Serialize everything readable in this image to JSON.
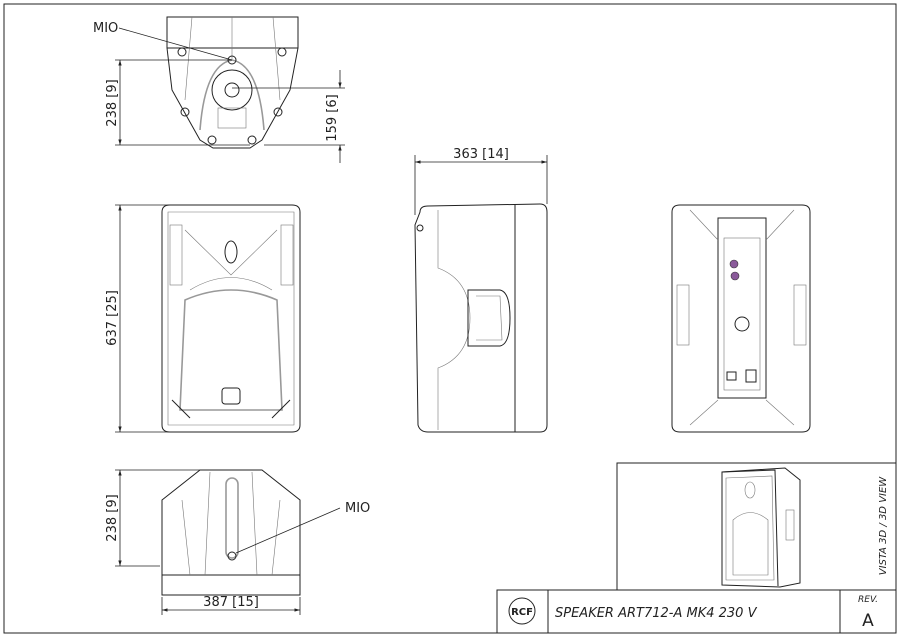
{
  "title_block": {
    "logo": "RCF",
    "title": "SPEAKER ART712-A MK4 230 V",
    "rev_label": "REV.",
    "rev_value": "A"
  },
  "view_3d_label": "VISTA 3D / 3D VIEW",
  "dimensions": {
    "top_height": "238 [9]",
    "top_mount_height": "159 [6]",
    "front_height": "637 [25]",
    "side_depth": "363 [14]",
    "bottom_height": "238 [9]",
    "bottom_width": "387 [15]"
  },
  "callouts": {
    "top_mio": "MIO",
    "bottom_mio": "MIO"
  }
}
